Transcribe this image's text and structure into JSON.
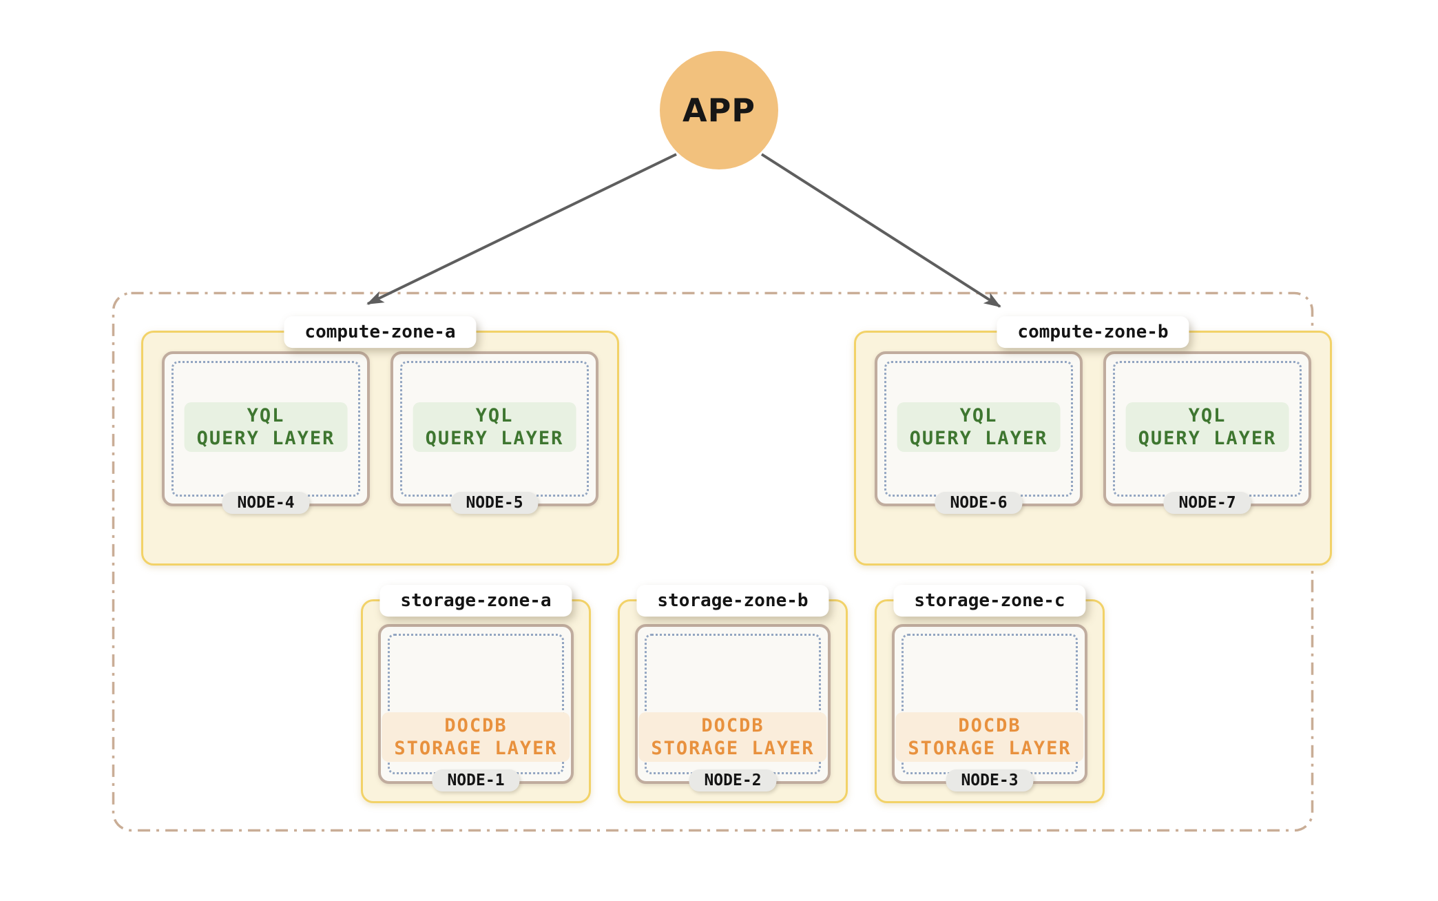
{
  "diagram": {
    "app": {
      "label": "APP"
    },
    "compute_zones": [
      {
        "name": "compute-zone-a",
        "nodes": [
          {
            "id": "NODE-4",
            "layer_line1": "YQL",
            "layer_line2": "QUERY LAYER"
          },
          {
            "id": "NODE-5",
            "layer_line1": "YQL",
            "layer_line2": "QUERY LAYER"
          }
        ]
      },
      {
        "name": "compute-zone-b",
        "nodes": [
          {
            "id": "NODE-6",
            "layer_line1": "YQL",
            "layer_line2": "QUERY LAYER"
          },
          {
            "id": "NODE-7",
            "layer_line1": "YQL",
            "layer_line2": "QUERY LAYER"
          }
        ]
      }
    ],
    "storage_zones": [
      {
        "name": "storage-zone-a",
        "nodes": [
          {
            "id": "NODE-1",
            "layer_line1": "DOCDB",
            "layer_line2": "STORAGE LAYER"
          }
        ]
      },
      {
        "name": "storage-zone-b",
        "nodes": [
          {
            "id": "NODE-2",
            "layer_line1": "DOCDB",
            "layer_line2": "STORAGE LAYER"
          }
        ]
      },
      {
        "name": "storage-zone-c",
        "nodes": [
          {
            "id": "NODE-3",
            "layer_line1": "DOCDB",
            "layer_line2": "STORAGE LAYER"
          }
        ]
      }
    ],
    "theme": {
      "circle_bg": "#F2C17D",
      "arrow": "#5E5E5E",
      "dash_border": "#C9AD96",
      "zone_border": "#F2D268",
      "zone_bg": "#FAF3DC",
      "node_border": "#C0AC9E",
      "node_bg": "#FAF9F5",
      "dot_border": "#92A5C1",
      "green_text": "#3E7630",
      "green_bg": "#E8F1E2",
      "orange_text": "#E8913E",
      "orange_bg": "#FAEDDB",
      "pill_bg": "#E9E9E6"
    }
  }
}
